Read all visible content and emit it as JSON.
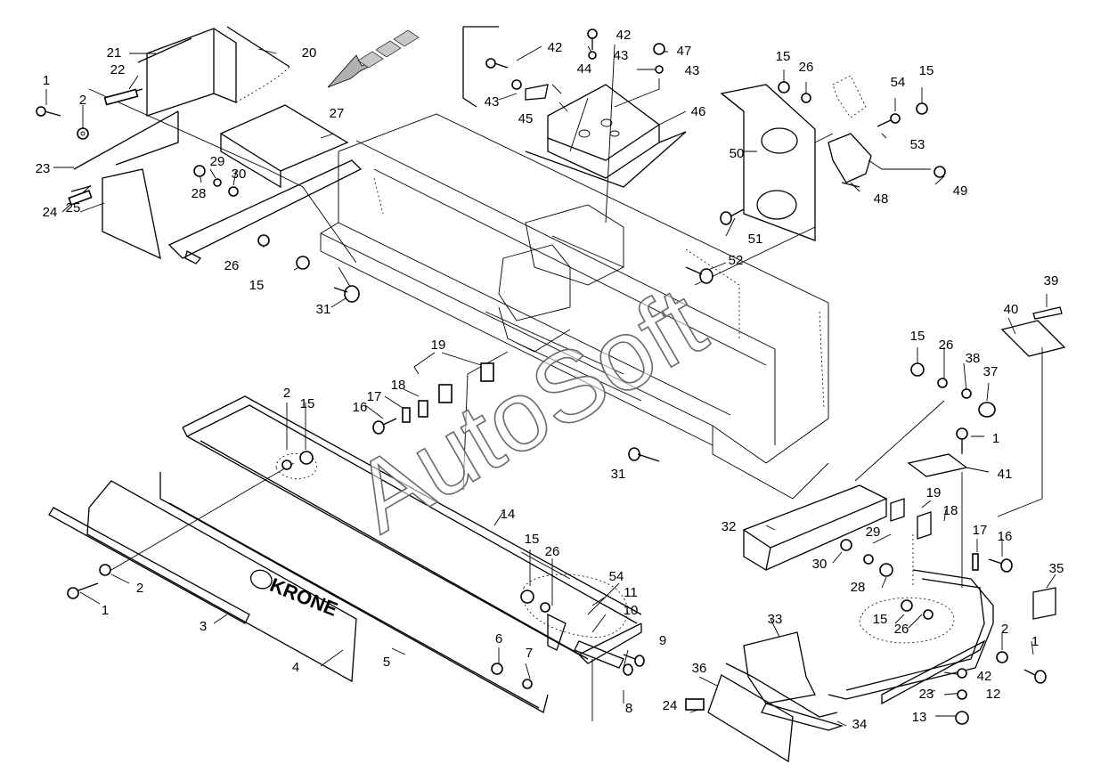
{
  "diagram": {
    "watermark": "AutoSoft",
    "brand_label": "KRONE",
    "colors": {
      "ink": "#000000",
      "background": "#ffffff",
      "watermark_outline": "#6a6a6a"
    },
    "callouts": [
      "1",
      "2",
      "3",
      "4",
      "5",
      "6",
      "7",
      "8",
      "9",
      "10",
      "11",
      "12",
      "13",
      "14",
      "15",
      "16",
      "17",
      "18",
      "19",
      "20",
      "21",
      "22",
      "23",
      "24",
      "25",
      "26",
      "27",
      "28",
      "29",
      "30",
      "31",
      "32",
      "33",
      "34",
      "35",
      "36",
      "37",
      "38",
      "39",
      "40",
      "41",
      "42",
      "43",
      "44",
      "45",
      "46",
      "47",
      "48",
      "49",
      "50",
      "51",
      "52",
      "53",
      "54"
    ]
  }
}
